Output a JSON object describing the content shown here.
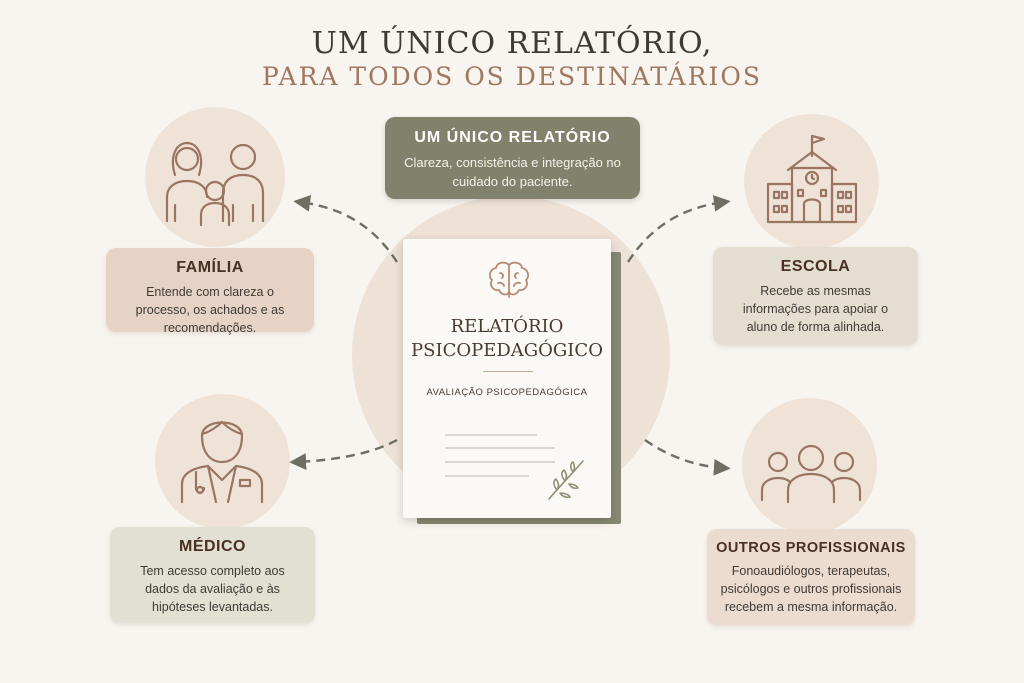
{
  "header": {
    "title_line1": "UM ÚNICO RELATÓRIO,",
    "title_line2": "PARA TODOS OS DESTINATÁRIOS"
  },
  "center": {
    "title": "UM ÚNICO RELATÓRIO",
    "description": "Clareza, consistência e integração no cuidado do paciente."
  },
  "document": {
    "title_line1": "RELATÓRIO",
    "title_line2": "PSICOPEDAGÓGICO",
    "subtitle": "AVALIAÇÃO PSICOPEDAGÓGICA",
    "icon": "brain-icon",
    "decor_icon": "leaf-sprig-icon"
  },
  "recipients": {
    "familia": {
      "title": "FAMÍLIA",
      "description": "Entende com clareza o processo, os achados e as recomendações.",
      "icon": "family-icon",
      "color": "#e6d3c5"
    },
    "escola": {
      "title": "ESCOLA",
      "description": "Recebe as mesmas informações para apoiar o aluno de forma alinhada.",
      "icon": "school-icon",
      "color": "#e4ded1"
    },
    "medico": {
      "title": "MÉDICO",
      "description": "Tem acesso completo aos dados da avaliação e às hipóteses levantadas.",
      "icon": "doctor-icon",
      "color": "#e2dfd3"
    },
    "outros": {
      "title": "OUTROS PROFISSIONAIS",
      "description": "Fonoaudiólogos, terapeutas, psicólogos e outros profissionais recebem a mesma informação.",
      "icon": "group-icon",
      "color": "#ecdcd0"
    }
  },
  "colors": {
    "background": "#f8f4ef",
    "accent_olive": "#80826c",
    "title_brown": "#a0765e",
    "icon_stroke": "#9a7562",
    "arrow": "#6f6e62"
  }
}
